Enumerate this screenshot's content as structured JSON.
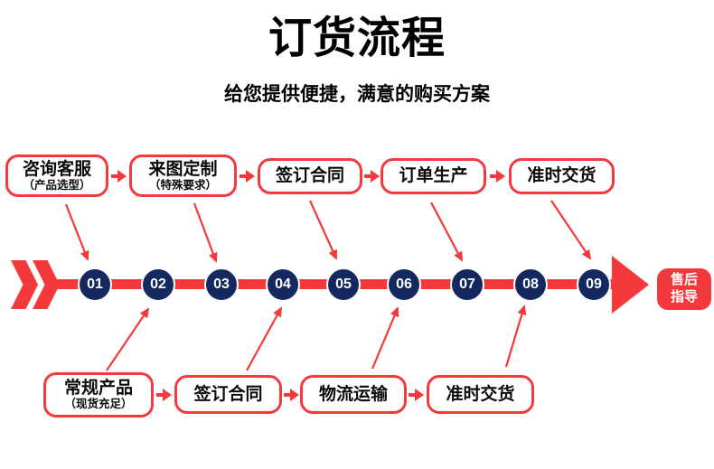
{
  "title": "订货流程",
  "subtitle": "给您提供便捷，满意的购买方案",
  "colors": {
    "accent_red": "#f4393d",
    "circle_navy": "#14295f",
    "text_black": "#000000",
    "box_background": "#ffffff"
  },
  "top_steps": [
    {
      "label": "咨询客服",
      "sub": "（产品选型）"
    },
    {
      "label": "来图定制",
      "sub": "（特殊要求）"
    },
    {
      "label": "签订合同"
    },
    {
      "label": "订单生产"
    },
    {
      "label": "准时交货"
    }
  ],
  "bottom_steps": [
    {
      "label": "常规产品",
      "sub": "（现货充足）"
    },
    {
      "label": "签订合同"
    },
    {
      "label": "物流运输"
    },
    {
      "label": "准时交货"
    }
  ],
  "timeline": {
    "numbers": [
      "01",
      "02",
      "03",
      "04",
      "05",
      "06",
      "07",
      "08",
      "09"
    ]
  },
  "end_badge": {
    "line1": "售后",
    "line2": "指导"
  }
}
